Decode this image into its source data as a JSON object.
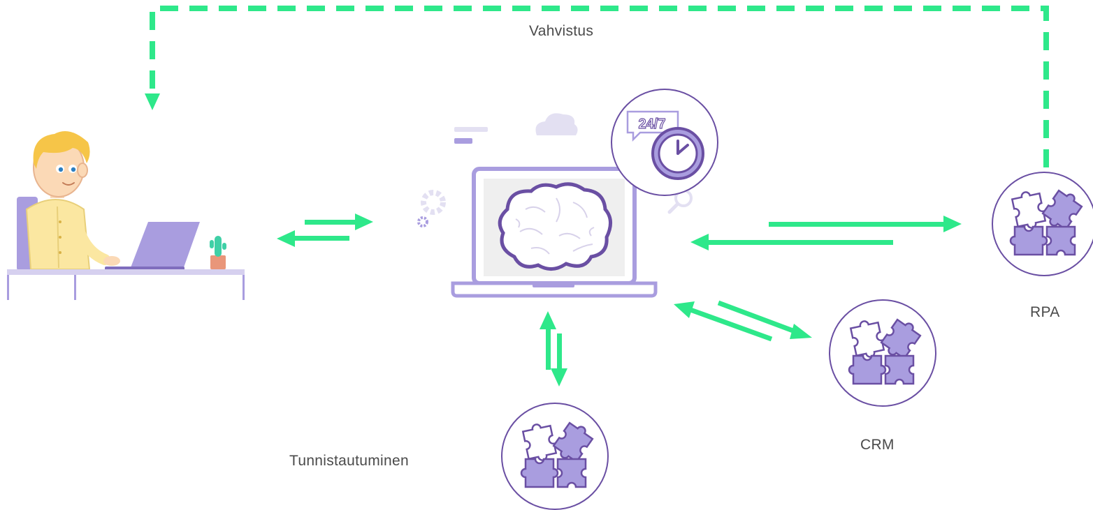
{
  "labels": {
    "confirmation": "Vahvistus",
    "rpa": "RPA",
    "crm": "CRM",
    "authentication": "Tunnistautuminen"
  },
  "clock_badge": {
    "text": "24/7"
  },
  "colors": {
    "arrow": "#2ee88a",
    "accent": "#a99ddf",
    "outline": "#6a4fa3",
    "screen": "#efefef",
    "skin": "#fbd9b6",
    "hair": "#f6c548",
    "shirt": "#fbe7a1",
    "pot": "#e9967a",
    "cactus": "#3fd0a6"
  },
  "icons": [
    "user-at-desk-icon",
    "laptop-brain-icon",
    "clock-24-7-icon",
    "puzzle-icon",
    "gear-icon",
    "cloud-icon",
    "search-icon"
  ]
}
